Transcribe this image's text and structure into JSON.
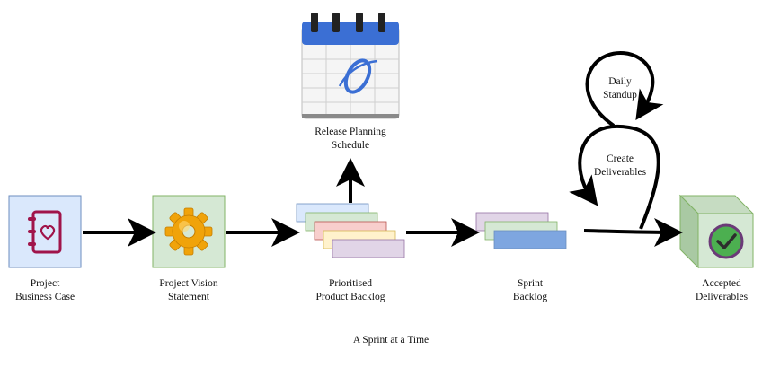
{
  "nodes": {
    "business_case": {
      "label_line1": "Project",
      "label_line2": "Business Case",
      "icon": "heart-notebook-icon"
    },
    "vision": {
      "label_line1": "Project Vision",
      "label_line2": "Statement",
      "icon": "gear-icon"
    },
    "product_backlog": {
      "label_line1": "Prioritised",
      "label_line2": "Product Backlog"
    },
    "release_planning": {
      "label_line1": "Release Planning",
      "label_line2": "Schedule",
      "icon": "calendar-icon"
    },
    "sprint_backlog": {
      "label_line1": "Sprint",
      "label_line2": "Backlog"
    },
    "daily_standup": {
      "label_line1": "Daily",
      "label_line2": "Standup"
    },
    "create_deliverables": {
      "label_line1": "Create",
      "label_line2": "Deliverables"
    },
    "accepted": {
      "label_line1": "Accepted",
      "label_line2": "Deliverables",
      "icon": "check-circle-icon"
    }
  },
  "caption": "A Sprint at a Time",
  "colors": {
    "business_case_fill": "#dae8fc",
    "business_case_stroke": "#6c8ebf",
    "vision_fill": "#d5e8d4",
    "vision_stroke": "#82b366",
    "accent_magenta": "#a0144a",
    "gear": "#f0a30a",
    "card_blue": "#dae8fc",
    "card_green": "#d5e8d4",
    "card_red": "#f8cecc",
    "card_yellow": "#fff2cc",
    "card_purple": "#e1d5e7",
    "calendar_blue": "#3b6fd4",
    "check_green": "#4caf50",
    "check_ring": "#6b3a78",
    "arrow": "#000000"
  }
}
